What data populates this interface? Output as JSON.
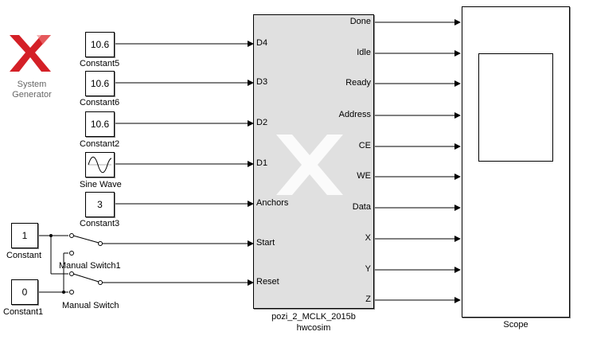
{
  "logo": {
    "line1": "System",
    "line2": "Generator"
  },
  "constants": [
    {
      "id": "c5",
      "value": "10.6",
      "label": "Constant5"
    },
    {
      "id": "c6",
      "value": "10.6",
      "label": "Constant6"
    },
    {
      "id": "c2",
      "value": "10.6",
      "label": "Constant2"
    },
    {
      "id": "c3",
      "value": "3",
      "label": "Constant3"
    },
    {
      "id": "c",
      "value": "1",
      "label": "Constant"
    },
    {
      "id": "c1",
      "value": "0",
      "label": "Constant1"
    }
  ],
  "sine": {
    "label": "Sine Wave"
  },
  "switches": [
    {
      "label": "Manual Switch1"
    },
    {
      "label": "Manual Switch"
    }
  ],
  "hwcosim": {
    "name": "pozi_2_MCLK_2015b",
    "subtitle": "hwcosim",
    "inputs": [
      "D4",
      "D3",
      "D2",
      "D1",
      "Anchors",
      "Start",
      "Reset"
    ],
    "outputs": [
      "Done",
      "Idle",
      "Ready",
      "Address",
      "CE",
      "WE",
      "Data",
      "X",
      "Y",
      "Z"
    ]
  },
  "scope": {
    "label": "Scope"
  },
  "colors": {
    "logo_red": "#d42027",
    "block_fill": "#e0e0e0"
  }
}
